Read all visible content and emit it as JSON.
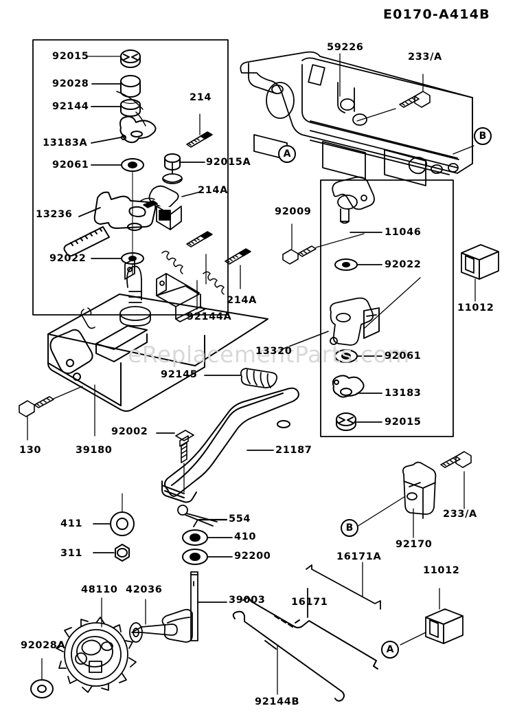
{
  "diagram": {
    "title": "E0170-A414B",
    "watermark": "eReplacementParts.com"
  },
  "callouts": [
    {
      "id": "callout-a-top",
      "letter": "A"
    },
    {
      "id": "callout-b-top",
      "letter": "B"
    },
    {
      "id": "callout-b-bottom",
      "letter": "B"
    },
    {
      "id": "callout-a-bottom",
      "letter": "A"
    }
  ],
  "labels": {
    "left_box": {
      "ref_92015": "92015",
      "ref_92028": "92028",
      "ref_92144": "92144",
      "ref_13183A": "13183A",
      "ref_92061": "92061",
      "ref_13236": "13236",
      "ref_92022": "92022",
      "ref_214": "214",
      "ref_92015A": "92015A",
      "ref_214A_1": "214A",
      "ref_214A_2": "214A",
      "ref_92144A": "92144A"
    },
    "center": {
      "ref_92009": "92009",
      "ref_13320": "13320",
      "ref_92145": "92145",
      "ref_130": "130",
      "ref_39180": "39180",
      "ref_92002": "92002",
      "ref_21187": "21187"
    },
    "right_top": {
      "ref_59226": "59226",
      "ref_233A_top": "233/A"
    },
    "right_box": {
      "ref_11046": "11046",
      "ref_92022": "92022",
      "ref_92061": "92061",
      "ref_13183": "13183",
      "ref_92015": "92015",
      "ref_11012_upper": "11012"
    },
    "right_lower": {
      "ref_92170": "92170",
      "ref_233A_bottom": "233/A",
      "ref_16171A": "16171A",
      "ref_16171": "16171",
      "ref_11012_lower": "11012"
    },
    "bottom_left": {
      "ref_411": "411",
      "ref_311": "311",
      "ref_48110": "48110",
      "ref_42036": "42036",
      "ref_92028A": "92028A"
    },
    "bottom_center": {
      "ref_554": "554",
      "ref_410": "410",
      "ref_92200": "92200",
      "ref_39003": "39003",
      "ref_92144B": "92144B"
    }
  }
}
